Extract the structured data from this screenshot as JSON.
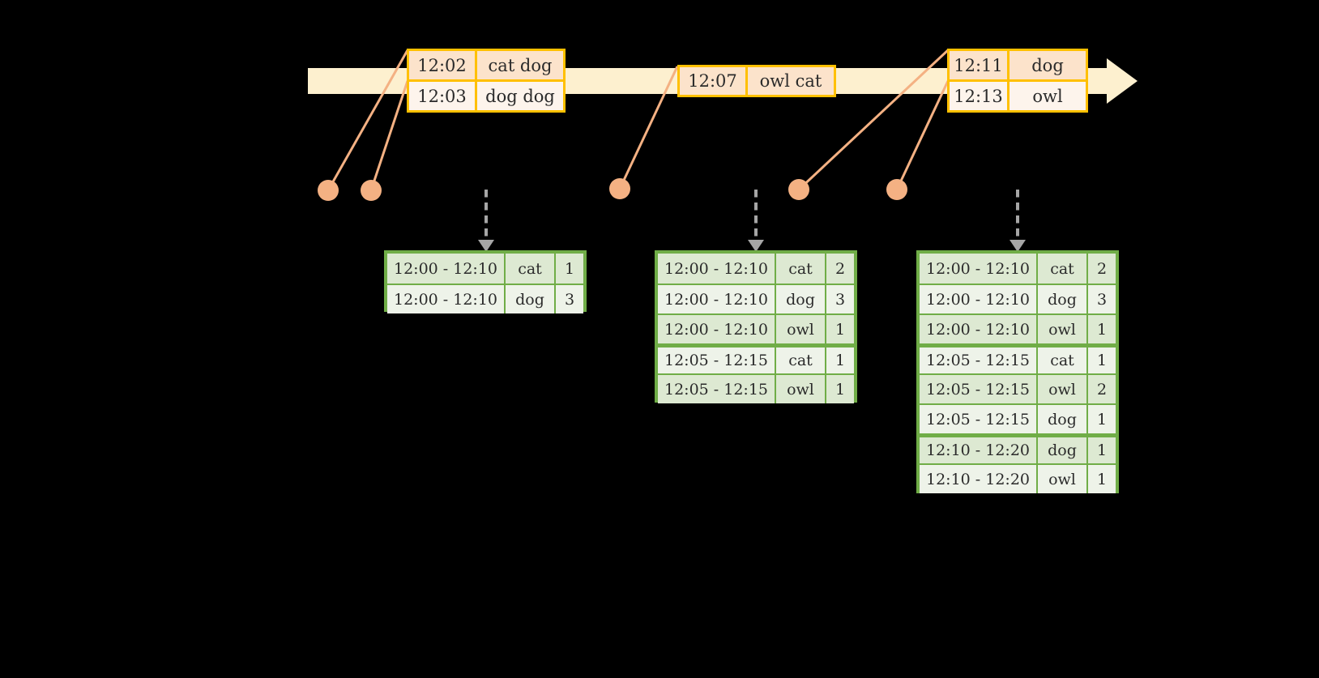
{
  "diagram": {
    "title": "sliding-window-aggregation-timeline",
    "colors": {
      "background": "#000000",
      "timeline_fill": "#fdf0cf",
      "event_border": "#ffc000",
      "event_fill_dark": "#fce3cb",
      "event_fill_light": "#fdf4ec",
      "connector": "#f4b183",
      "table_border": "#70ad47",
      "table_fill_dark": "#dde9d2",
      "table_fill_light": "#eef3e9",
      "dashed_arrow": "#a6a6a6"
    }
  },
  "timeline": {
    "name": "event-time-axis",
    "arrow_direction": "right"
  },
  "events": [
    {
      "name": "event-group-1",
      "rows": [
        {
          "time": "12:02",
          "words": "cat dog"
        },
        {
          "time": "12:03",
          "words": "dog dog"
        }
      ]
    },
    {
      "name": "event-group-2",
      "rows": [
        {
          "time": "12:07",
          "words": "owl cat"
        }
      ]
    },
    {
      "name": "event-group-3",
      "rows": [
        {
          "time": "12:11",
          "words": "dog"
        },
        {
          "time": "12:13",
          "words": "owl"
        }
      ]
    }
  ],
  "results": [
    {
      "name": "result-table-1",
      "rows": [
        {
          "window": "12:00 - 12:10",
          "key": "cat",
          "count": "1",
          "group": 0
        },
        {
          "window": "12:00 - 12:10",
          "key": "dog",
          "count": "3",
          "group": 0
        }
      ]
    },
    {
      "name": "result-table-2",
      "rows": [
        {
          "window": "12:00 - 12:10",
          "key": "cat",
          "count": "2",
          "group": 0
        },
        {
          "window": "12:00 - 12:10",
          "key": "dog",
          "count": "3",
          "group": 0
        },
        {
          "window": "12:00 - 12:10",
          "key": "owl",
          "count": "1",
          "group": 0
        },
        {
          "window": "12:05 - 12:15",
          "key": "cat",
          "count": "1",
          "group": 1
        },
        {
          "window": "12:05 - 12:15",
          "key": "owl",
          "count": "1",
          "group": 1
        }
      ]
    },
    {
      "name": "result-table-3",
      "rows": [
        {
          "window": "12:00 - 12:10",
          "key": "cat",
          "count": "2",
          "group": 0
        },
        {
          "window": "12:00 - 12:10",
          "key": "dog",
          "count": "3",
          "group": 0
        },
        {
          "window": "12:00 - 12:10",
          "key": "owl",
          "count": "1",
          "group": 0
        },
        {
          "window": "12:05 - 12:15",
          "key": "cat",
          "count": "1",
          "group": 1
        },
        {
          "window": "12:05 - 12:15",
          "key": "owl",
          "count": "2",
          "group": 1
        },
        {
          "window": "12:05 - 12:15",
          "key": "dog",
          "count": "1",
          "group": 1
        },
        {
          "window": "12:10 - 12:20",
          "key": "dog",
          "count": "1",
          "group": 2
        },
        {
          "window": "12:10 - 12:20",
          "key": "owl",
          "count": "1",
          "group": 2
        }
      ]
    }
  ]
}
